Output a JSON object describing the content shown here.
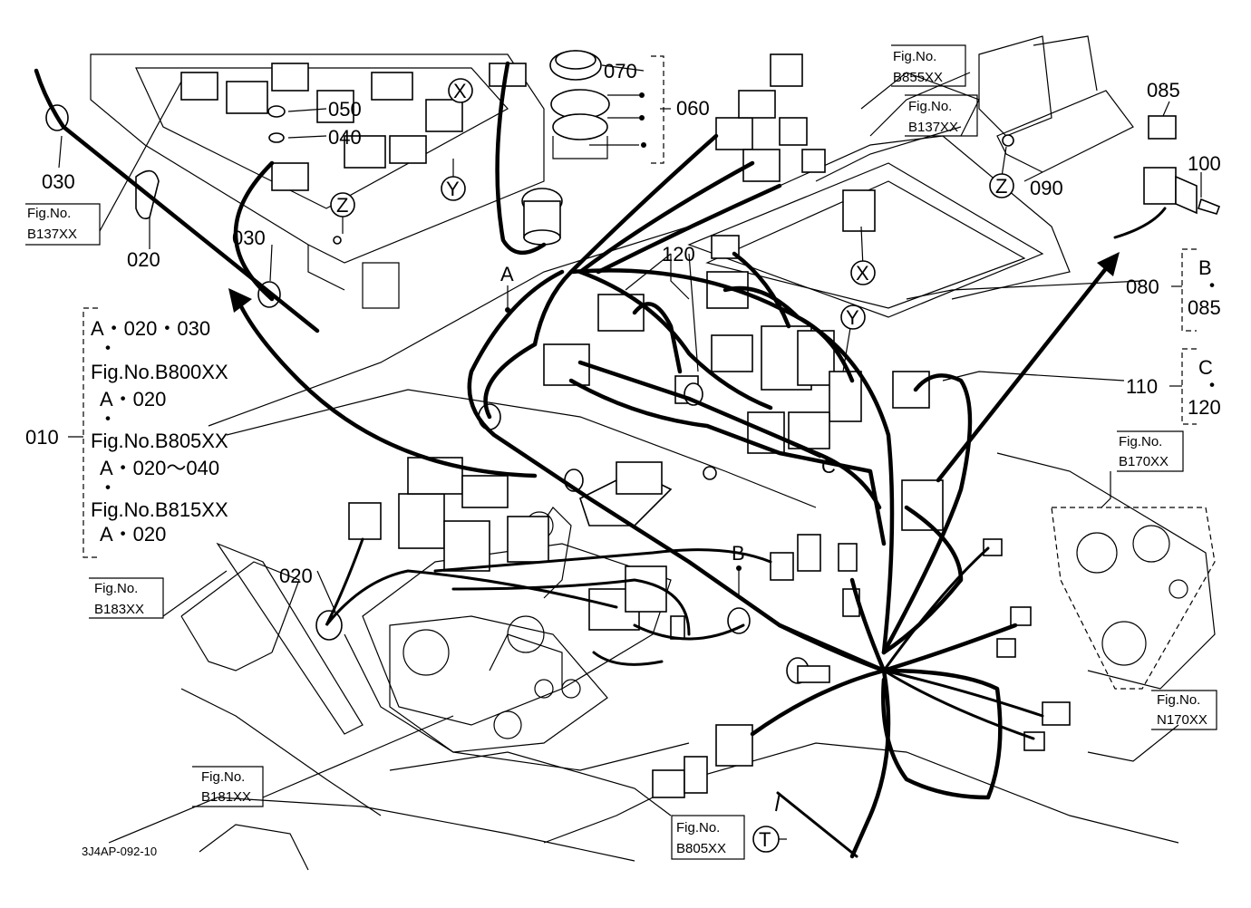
{
  "drawing_code": "3J4AP-092-10",
  "part_numbers": {
    "p010": "010",
    "p020": "020",
    "p030": "030",
    "p040": "040",
    "p050": "050",
    "p060": "060",
    "p070": "070",
    "p080": "080",
    "p085": "085",
    "p090": "090",
    "p100": "100",
    "p110": "110",
    "p120": "120"
  },
  "callouts": {
    "A": "A",
    "B": "B",
    "C": "C",
    "X": "X",
    "Y": "Y",
    "Z": "Z",
    "T": "T"
  },
  "fig_prefix": "Fig.No.",
  "fig_refs": {
    "b137_left": "B137XX",
    "b855": "B855XX",
    "b137_right": "B137XX",
    "b170": "B170XX",
    "b183": "B183XX",
    "b181": "B181XX",
    "n170": "N170XX",
    "b805": "B805XX"
  },
  "bracket_010": {
    "lines": [
      "A・020・030",
      "・",
      "Fig.No.B800XX",
      "A・020",
      "・",
      "Fig.No.B805XX",
      "A・020～040",
      "・",
      "Fig.No.B815XX",
      "A・020"
    ]
  },
  "bracket_080": {
    "lines": [
      "B",
      "・",
      "085"
    ]
  },
  "bracket_110": {
    "lines": [
      "C",
      "・",
      "120"
    ]
  }
}
